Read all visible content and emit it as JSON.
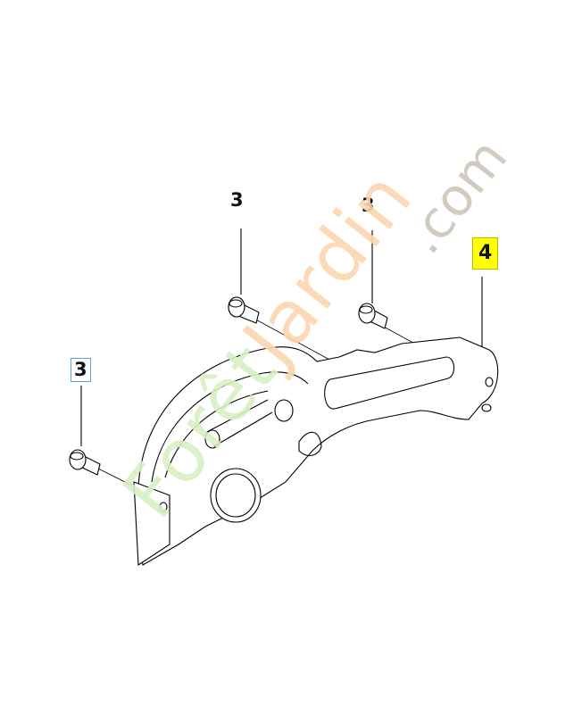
{
  "callouts": {
    "screw_top": "3",
    "screw_right": "3",
    "screw_left": "3",
    "guard": "4"
  },
  "watermark": {
    "brand_a": "Forêt",
    "brand_b": "Jardin",
    "suffix": ".com"
  },
  "colors": {
    "highlight": "#ffff00",
    "watermark_green": "#d7f0c4",
    "watermark_orange": "#fcd7b0",
    "watermark_grey": "#d2cbc0"
  },
  "icons": [
    "screw-icon",
    "blade-guard-icon"
  ]
}
